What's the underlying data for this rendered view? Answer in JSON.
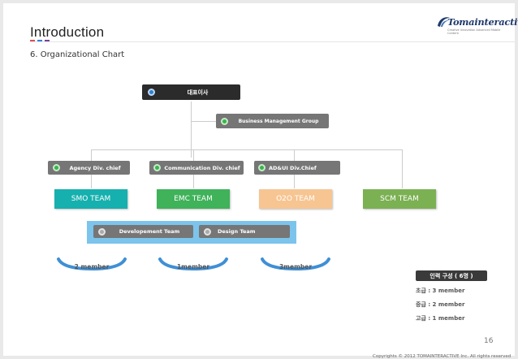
{
  "slide": {
    "title": "Introduction",
    "subtitle": "6. Organizational Chart",
    "accent_colors": [
      "#d9534f",
      "#3b7dd8",
      "#7b3fa0"
    ]
  },
  "logo": {
    "text": "Tomainteractive",
    "tagline": "Creative Innovation Advanced Mobile Content"
  },
  "org": {
    "ceo": "대표이사",
    "business_group": "Business Management Group",
    "chiefs": [
      {
        "label": "Agency Div. chief"
      },
      {
        "label": "Communication Div. chief"
      },
      {
        "label": "AD&UI Div.Chief"
      }
    ],
    "teams": [
      {
        "label": "SMO TEAM",
        "color": "#16b0ae"
      },
      {
        "label": "EMC TEAM",
        "color": "#3fb25a"
      },
      {
        "label": "O2O TEAM",
        "color": "#f7c592"
      },
      {
        "label": "SCM  TEAM",
        "color": "#7bb053"
      }
    ],
    "sub_teams": [
      {
        "label": "Developement Team"
      },
      {
        "label": "Design Team"
      }
    ],
    "members": [
      "2 member",
      "1member",
      "3member"
    ]
  },
  "staff": {
    "title": "인력 구성 ( 6명 )",
    "rows": [
      "초급 : 3 member",
      "중급 : 2 member",
      "고급 : 1 member"
    ]
  },
  "footer": {
    "page": "16",
    "copyright": "Copyrights © 2012 TOMAINTERACTIVE Inc. All rights reserved"
  }
}
